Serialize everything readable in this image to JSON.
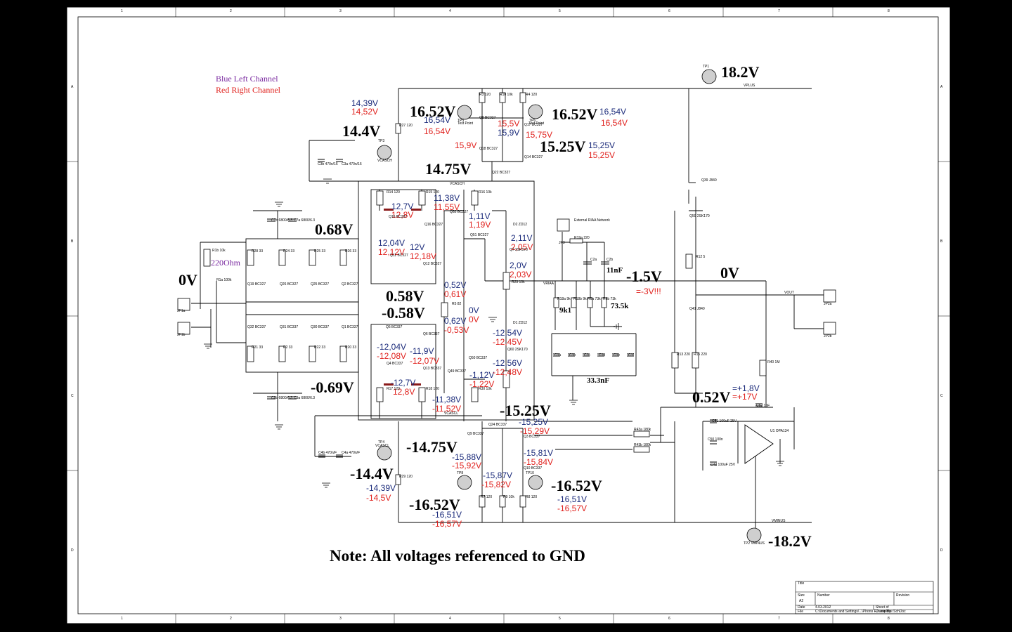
{
  "legend": {
    "blue": "Blue Left Channel",
    "red": "Red Right Channel"
  },
  "note": "Note: All voltages referenced to GND",
  "colors": {
    "blue": "#1a2a7a",
    "red": "#e0221e",
    "purple": "#7a2aa0"
  },
  "frame": {
    "columns": [
      "1",
      "2",
      "3",
      "4",
      "5",
      "6",
      "7",
      "8"
    ],
    "rows": [
      "A",
      "B",
      "C",
      "D"
    ]
  },
  "title_block": {
    "title": "Title",
    "size_label": "Size",
    "size": "A2",
    "number_label": "Number",
    "revision_label": "Revision",
    "date_label": "Date",
    "date": "4.03.2012",
    "file_label": "File",
    "file": "C:\\Documents and Settings\\...\\Phono RJ amplifier.SchDoc",
    "sheet_label": "Sheet  of",
    "drawn_label": "Drawn By"
  },
  "big_labels": {
    "vplus": "18.2V",
    "vminus": "-18.2V",
    "tp5": "16.52V",
    "tp6": "16.52V",
    "tp3": "14.4V",
    "vcasch": "14.75V",
    "q14": "15.25V",
    "in_cm": "0.68V",
    "in_cm_neg": "-0.69V",
    "input": "0V",
    "q5": "0.58V",
    "q6": "-0.58V",
    "riaa": "-1.5V",
    "vout": "0V",
    "opa": "0.52V",
    "q24": "-15.25V",
    "vcascl": "-14.75V",
    "tp4": "-14.4V",
    "tp8": "-16.52V",
    "tp10": "-16.52V"
  },
  "blue_labels": {
    "a1": "14,39V",
    "a2": "16,54V",
    "a3": "16,54V",
    "a4": "15,9V",
    "a5": "15,25V",
    "a6": "12,7V",
    "a7": "11,38V",
    "a8": "1,11V",
    "a9": "2,11V",
    "a10": "12,04V",
    "a11": "12V",
    "a12": "2,0V",
    "a13": "0,52V",
    "a14": "0V",
    "a15": "0,62V",
    "a16": "-12,54V",
    "a17": "-12,04V",
    "a18": "-11,9V",
    "a19": "-12,56V",
    "a20": "-12,7V",
    "a21": "-1,12V",
    "a22": "-11,38V",
    "a23": "-15,25V",
    "a24": "-15,81V",
    "a25": "-15,88V",
    "a26": "-15,87V",
    "a27": "-14,39V",
    "a28": "-16,51V",
    "a29": "-16,51V",
    "a30": "=+1,8V"
  },
  "red_labels": {
    "b1": "14,52V",
    "b2": "16,54V",
    "b3": "16,54V",
    "b4": "15,5V",
    "b5": "15,75V",
    "b6": "15,9V",
    "b7": "15,25V",
    "b8": "12,8V",
    "b9": "11,55V",
    "b10": "1,19V",
    "b11": "2,05V",
    "b12": "12,12V",
    "b13": "12,18V",
    "b14": "2,03V",
    "b15": "0,61V",
    "b16": "0V",
    "b17": "-0,53V",
    "b18": "-12,45V",
    "b19": "-12,08V",
    "b20": "-12,07V",
    "b21": "-12,48V",
    "b22": "12,8V",
    "b23": "-1,22V",
    "b24": "-11,52V",
    "b25": "-15,29V",
    "b26": "-15,84V",
    "b27": "-15,92V",
    "b28": "-15,82V",
    "b29": "-14,5V",
    "b30": "-16,57V",
    "b31": "-16,57V",
    "b32": "=+17V",
    "b33": "=-3V!!!"
  },
  "other_labels": {
    "ohm": "220Ohm",
    "c11": "11nF",
    "r73": "73.5k",
    "r9k": "9k1",
    "c33": "33.3nF"
  },
  "components": [
    {
      "t": "TP1"
    },
    {
      "t": "VPLUS"
    },
    {
      "t": "TP5"
    },
    {
      "t": "TP6"
    },
    {
      "t": "Test Point"
    },
    {
      "t": "Test Point"
    },
    {
      "t": "R3 120"
    },
    {
      "t": "R10 10k"
    },
    {
      "t": "R4 120"
    },
    {
      "t": "Q8 BC327"
    },
    {
      "t": "Q17 BC327"
    },
    {
      "t": "Q18 BC327"
    },
    {
      "t": "Q14 BC327"
    },
    {
      "t": "Q22 BC327"
    },
    {
      "t": "R27 120"
    },
    {
      "t": "TP3"
    },
    {
      "t": "VCASCH"
    },
    {
      "t": "C3b 470n/16"
    },
    {
      "t": "C3a 470n/16"
    },
    {
      "t": "VCASCH"
    },
    {
      "t": "R14 120"
    },
    {
      "t": "R15 120"
    },
    {
      "t": "R16 10k"
    },
    {
      "t": "Q15 BC327"
    },
    {
      "t": "Q16 BC327"
    },
    {
      "t": "Q52 BC327"
    },
    {
      "t": "Q51 BC327"
    },
    {
      "t": "D2 ZD12"
    },
    {
      "t": "Q7 2SK170"
    },
    {
      "t": "R23 10k"
    },
    {
      "t": "Q11 BC327"
    },
    {
      "t": "Q12 BC327"
    },
    {
      "t": "C7b 6800/6.3"
    },
    {
      "t": "C7a 6800/6.3"
    },
    {
      "t": "R1b 10k"
    },
    {
      "t": "R28 33"
    },
    {
      "t": "R24 33"
    },
    {
      "t": "R25 33"
    },
    {
      "t": "R26 33"
    },
    {
      "t": "R1a 100k"
    },
    {
      "t": "Q19 BC327"
    },
    {
      "t": "Q26 BC327"
    },
    {
      "t": "Q25 BC327"
    },
    {
      "t": "Q2 BC327"
    },
    {
      "t": "JP1a"
    },
    {
      "t": "JP1b"
    },
    {
      "t": "Q32 BC337"
    },
    {
      "t": "Q31 BC337"
    },
    {
      "t": "Q30 BC337"
    },
    {
      "t": "Q1 BC337"
    },
    {
      "t": "R21 33"
    },
    {
      "t": "R2 33"
    },
    {
      "t": "R22 33"
    },
    {
      "t": "R20 33"
    },
    {
      "t": "C9b 6800/6.3"
    },
    {
      "t": "C9a 6800/6.3"
    },
    {
      "t": "R5 82"
    },
    {
      "t": "Q5 BC337"
    },
    {
      "t": "Q6 BC337"
    },
    {
      "t": "Q4 BC337"
    },
    {
      "t": "Q13 BC337"
    },
    {
      "t": "Q50 BC337"
    },
    {
      "t": "Q49 BC337"
    },
    {
      "t": "D1 ZD12"
    },
    {
      "t": "Q60 2SK170"
    },
    {
      "t": "R17 120"
    },
    {
      "t": "R18 120"
    },
    {
      "t": "R30 10k"
    },
    {
      "t": "VCASCL"
    },
    {
      "t": "Q24 BC337"
    },
    {
      "t": "Q9 BC337"
    },
    {
      "t": "Q3 BC337"
    },
    {
      "t": "Q10 BC337"
    },
    {
      "t": "TP4"
    },
    {
      "t": "VCASCL"
    },
    {
      "t": "C4b 470n/F"
    },
    {
      "t": "C4a 470n/F"
    },
    {
      "t": "R29 120"
    },
    {
      "t": "TP8"
    },
    {
      "t": "TP10"
    },
    {
      "t": "R7 120"
    },
    {
      "t": "R9 10k"
    },
    {
      "t": "R8 120"
    },
    {
      "t": "External RIAA Network"
    },
    {
      "t": "JP3"
    },
    {
      "t": "R19a 220"
    },
    {
      "t": "C2a"
    },
    {
      "t": "C2b"
    },
    {
      "t": "VRIAA"
    },
    {
      "t": "R18a 9k"
    },
    {
      "t": "R18b 9k"
    },
    {
      "t": "R6a 73k"
    },
    {
      "t": "R6b 73k"
    },
    {
      "t": "C1a"
    },
    {
      "t": "C1b"
    },
    {
      "t": "C1c"
    },
    {
      "t": "C1d"
    },
    {
      "t": "C1e"
    },
    {
      "t": "C1f"
    },
    {
      "t": "Q39 J840"
    },
    {
      "t": "Q59 2SK170"
    },
    {
      "t": "R12 5"
    },
    {
      "t": "Q41 J840"
    },
    {
      "t": "R13 220"
    },
    {
      "t": "R15 220"
    },
    {
      "t": "VOUT"
    },
    {
      "t": "JP2a"
    },
    {
      "t": "JP2b"
    },
    {
      "t": "R40 1M"
    },
    {
      "t": "C52 1nF"
    },
    {
      "t": "C51 100uF 25V"
    },
    {
      "t": "C50 100n"
    },
    {
      "t": "C42 100uF 25V"
    },
    {
      "t": "U1 OPA134"
    },
    {
      "t": "R43a 180k"
    },
    {
      "t": "R43b 180k"
    },
    {
      "t": "TP2 VMINUS"
    },
    {
      "t": "VMINUS"
    }
  ]
}
